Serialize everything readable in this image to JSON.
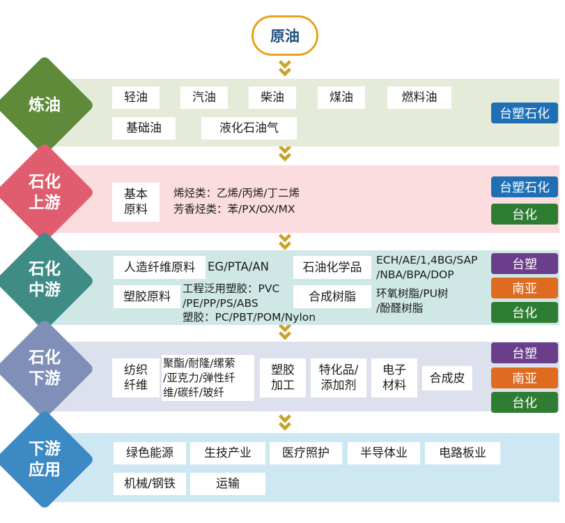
{
  "colors": {
    "oval_border": "#e8a11a",
    "chevron": "#c9a227",
    "stage1": "#5e8a3a",
    "stage2": "#e05d6f",
    "stage3": "#3f8c87",
    "stage4": "#7f8fb8",
    "stage5": "#3b8ac4",
    "band1": "#e4ecd9",
    "band2": "#fbdde0",
    "band3": "#cfe8e6",
    "band4": "#dde1ee",
    "band5": "#cde7f3"
  },
  "top": {
    "label": "原油"
  },
  "stages": [
    {
      "label": [
        "炼油"
      ],
      "items": [
        "轻油",
        "汽油",
        "柴油",
        "煤油",
        "燃料油",
        "基础油",
        "液化石油气"
      ],
      "tags": [
        "台塑石化"
      ]
    },
    {
      "label": [
        "石化",
        "上游"
      ],
      "items": [
        "基本\n原料"
      ],
      "texts": [
        "烯烃类：乙烯/丙烯/丁二烯",
        "芳香烃类：苯/PX/OX/MX"
      ],
      "tags": [
        "台塑石化",
        "台化"
      ]
    },
    {
      "label": [
        "石化",
        "中游"
      ],
      "items": [
        "人造纤维原料",
        "石油化学品",
        "塑胶原料",
        "合成树脂"
      ],
      "texts": [
        "EG/PTA/AN",
        "ECH/AE/1,4BG/SAP",
        "/NBA/BPA/DOP",
        "工程泛用塑胶：PVC",
        "/PE/PP/PS/ABS",
        "塑胶：PC/PBT/POM/Nylon",
        "环氧树脂/PU树",
        "/酚醛树脂"
      ],
      "tags": [
        "台塑",
        "南亚",
        "台化"
      ]
    },
    {
      "label": [
        "石化",
        "下游"
      ],
      "items": [
        "纺织\n纤维",
        "聚酯/耐隆/缧萦\n/亚克力/弹性纤\n维/碳纤/玻纤",
        "塑胶\n加工",
        "特化品/\n添加剂",
        "电子\n材料",
        "合成皮"
      ],
      "tags": [
        "台塑",
        "南亚",
        "台化"
      ]
    },
    {
      "label": [
        "下游",
        "应用"
      ],
      "items": [
        "绿色能源",
        "生技产业",
        "医疗照护",
        "半导体业",
        "电路板业",
        "机械/钢铁",
        "运输"
      ]
    }
  ]
}
